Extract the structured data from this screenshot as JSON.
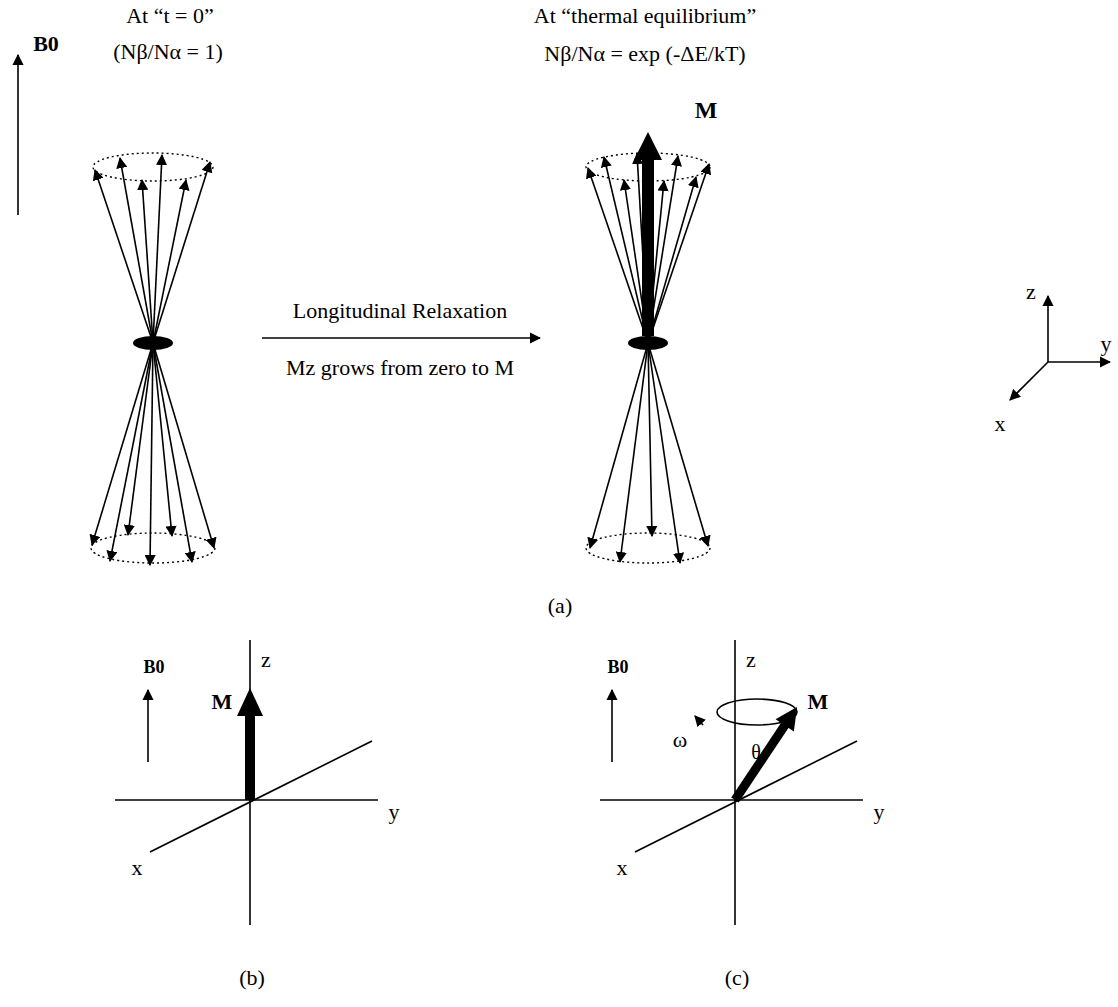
{
  "diagram": {
    "labels": [
      "At “t = 0”",
      "(Nβ/Nα = 1)",
      "At “thermal equilibrium”",
      "Nβ/Nα = exp (-ΔE/kT)",
      "B0",
      "M",
      "Longitudinal Relaxation",
      "Mz grows from zero to M",
      "z",
      "y",
      "x",
      "(a)",
      "B0",
      "z",
      "M",
      "y",
      "x",
      "(b)",
      "B0",
      "z",
      "θ",
      "M",
      "ω",
      "y",
      "x",
      "(c)"
    ]
  }
}
